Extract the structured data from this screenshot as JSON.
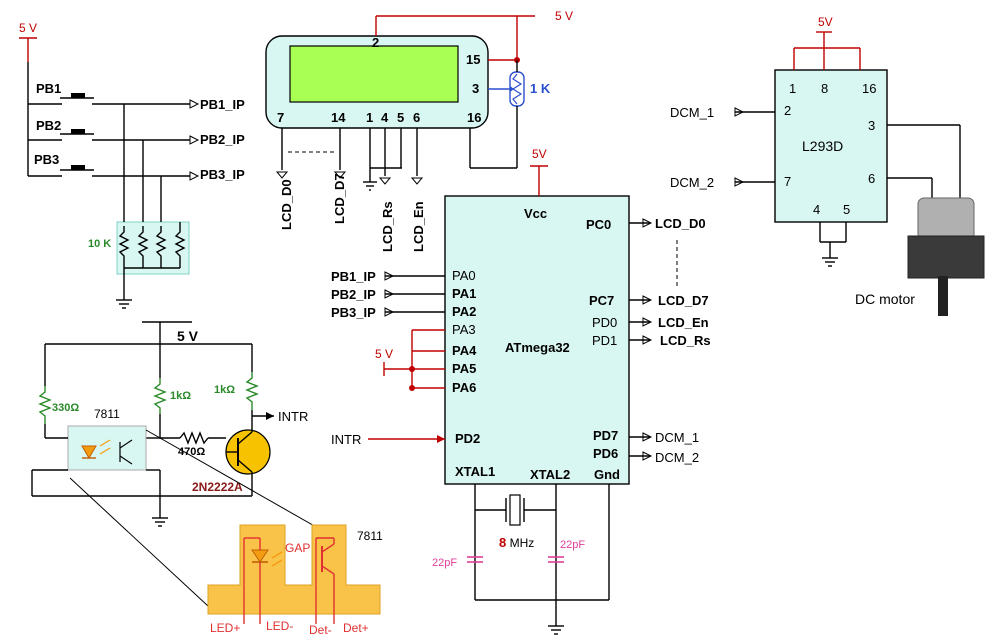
{
  "power": {
    "v5": "5 V"
  },
  "buttons": {
    "pb1": "PB1",
    "pb2": "PB2",
    "pb3": "PB3",
    "pb1_ip": "PB1_IP",
    "pb2_ip": "PB2_IP",
    "pb3_ip": "PB3_IP",
    "pulldown": "10 K"
  },
  "lcd": {
    "pins_top": [
      "2",
      "15",
      "3"
    ],
    "pins_bottom": [
      "7",
      "14",
      "1",
      "4",
      "5",
      "6",
      "16"
    ],
    "pot": "1 K",
    "labels": [
      "LCD_D0",
      "LCD_D7",
      "LCD_Rs",
      "LCD_En"
    ]
  },
  "mcu": {
    "name": "ATmega32",
    "vcc": "Vcc",
    "supply": "5V",
    "left_pins": [
      "PA0",
      "PA1",
      "PA2",
      "PA3",
      "PA4",
      "PA5",
      "PA6",
      "PD2",
      "XTAL1"
    ],
    "right_pins": [
      "PC0",
      "PC7",
      "PD0",
      "PD1",
      "PD7",
      "PD6",
      "XTAL2",
      "Gnd"
    ],
    "inputs": [
      "PB1_IP",
      "PB2_IP",
      "PB3_IP",
      "INTR"
    ],
    "outputs": [
      "LCD_D0",
      "LCD_D7",
      "LCD_En",
      "LCD_Rs",
      "DCM_1",
      "DCM_2"
    ],
    "pa_supply": "5 V"
  },
  "driver": {
    "name": "L293D",
    "supply": "5V",
    "pins": [
      "1",
      "8",
      "16",
      "2",
      "3",
      "7",
      "6",
      "4",
      "5"
    ],
    "inputs": [
      "DCM_1",
      "DCM_2"
    ],
    "motor": "DC motor"
  },
  "sensor": {
    "supply": "5 V",
    "r1": "330Ω",
    "r2": "1kΩ",
    "r3": "1kΩ",
    "r4": "470Ω",
    "opto": "7811",
    "transistor": "2N2222A",
    "out": "INTR"
  },
  "crystal": {
    "freq": "8 MHz",
    "cap1": "22pF",
    "cap2": "22pF"
  },
  "detail": {
    "name": "7811",
    "gap": "GAP",
    "pins": [
      "LED+",
      "LED-",
      "Det-",
      "Det+"
    ]
  }
}
